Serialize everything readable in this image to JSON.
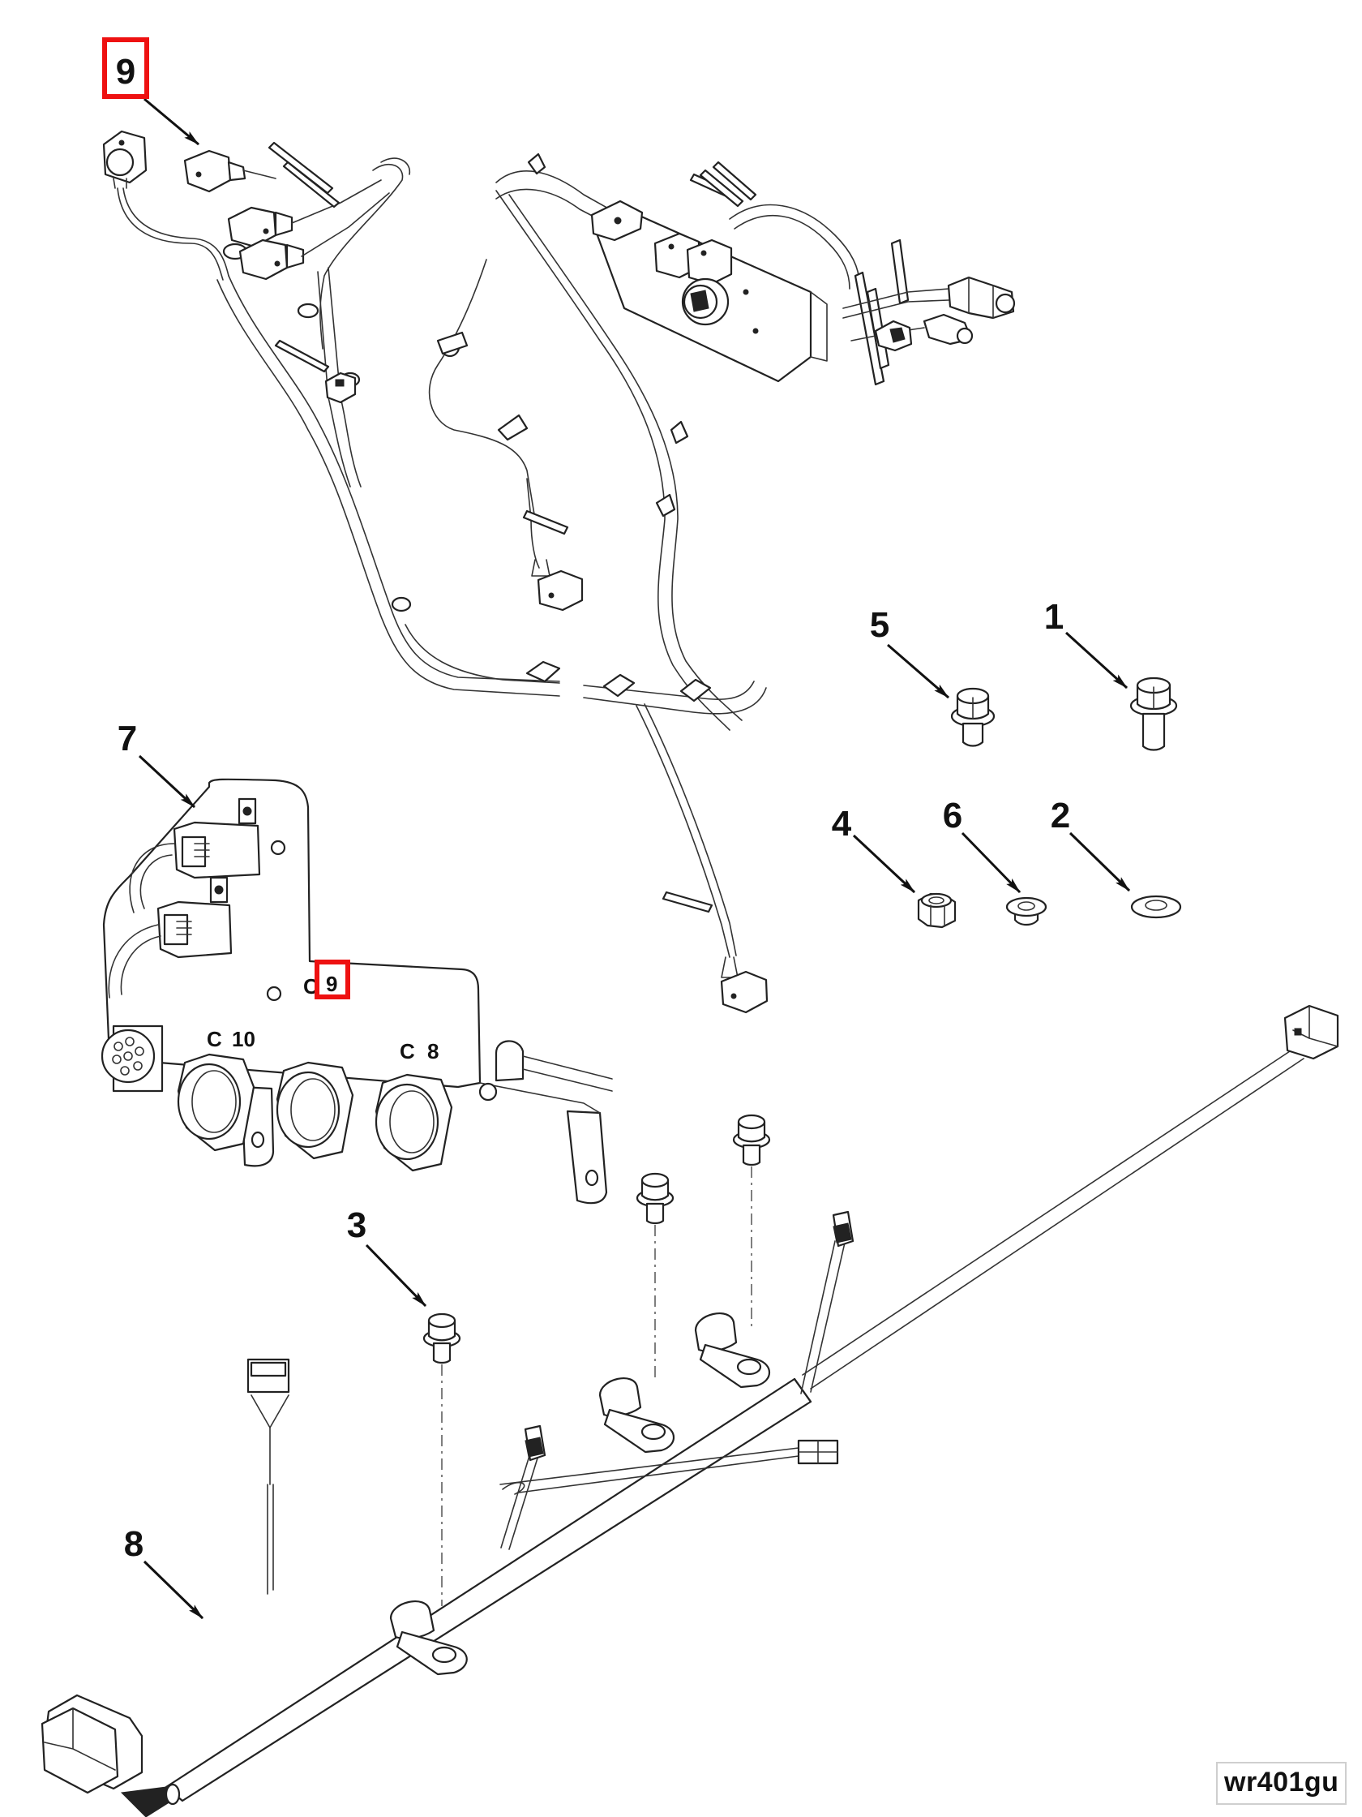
{
  "figure": {
    "id_label": "wr401gu",
    "highlight_color": "#ee1111",
    "line_color": "#222222"
  },
  "callouts": [
    {
      "number": "9",
      "target": "upper-wiring-harness",
      "highlighted": true
    },
    {
      "number": "7",
      "target": "connector-panel-bracket",
      "highlighted": false
    },
    {
      "number": "5",
      "target": "short-flange-bolt",
      "highlighted": false
    },
    {
      "number": "1",
      "target": "long-flange-bolt",
      "highlighted": false
    },
    {
      "number": "4",
      "target": "lock-nut",
      "highlighted": false
    },
    {
      "number": "6",
      "target": "flange-nut",
      "highlighted": false
    },
    {
      "number": "2",
      "target": "flat-washer",
      "highlighted": false
    },
    {
      "number": "3",
      "target": "harness-clamp-bolt",
      "highlighted": false
    },
    {
      "number": "8",
      "target": "lower-wiring-harness",
      "highlighted": false
    }
  ],
  "panel_labels": [
    {
      "prefix": "C",
      "number": "10",
      "highlighted": false
    },
    {
      "prefix": "C",
      "number": "9",
      "highlighted": true
    },
    {
      "prefix": "C",
      "number": "8",
      "highlighted": false
    }
  ]
}
